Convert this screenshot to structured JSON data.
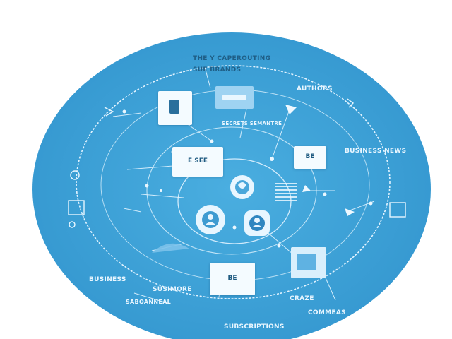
{
  "labels": {
    "top_title": "THE Y CAPEROUTING",
    "top_sub": "SUE BRANDS",
    "right_upper": "AUTHORS",
    "right_mid": "BUSINESS NEWS",
    "left_low": "BUSINESS",
    "bottom_mid": "SUSIMORE",
    "bottom_left": "SABOANNEAL",
    "bottom_right1": "CRAZE",
    "bottom_right2": "COMMEAS",
    "bottom": "SUBSCRIPTIONS",
    "center_small": "SECRETS SEMANTRE",
    "center_card": "E SEE",
    "right_card": "BE",
    "bottom_card": "BE"
  },
  "colors": {
    "disc": "#3da0d6",
    "disc_light": "#4aaee0",
    "line": "#dff2ff",
    "card": "#f4fbff"
  }
}
